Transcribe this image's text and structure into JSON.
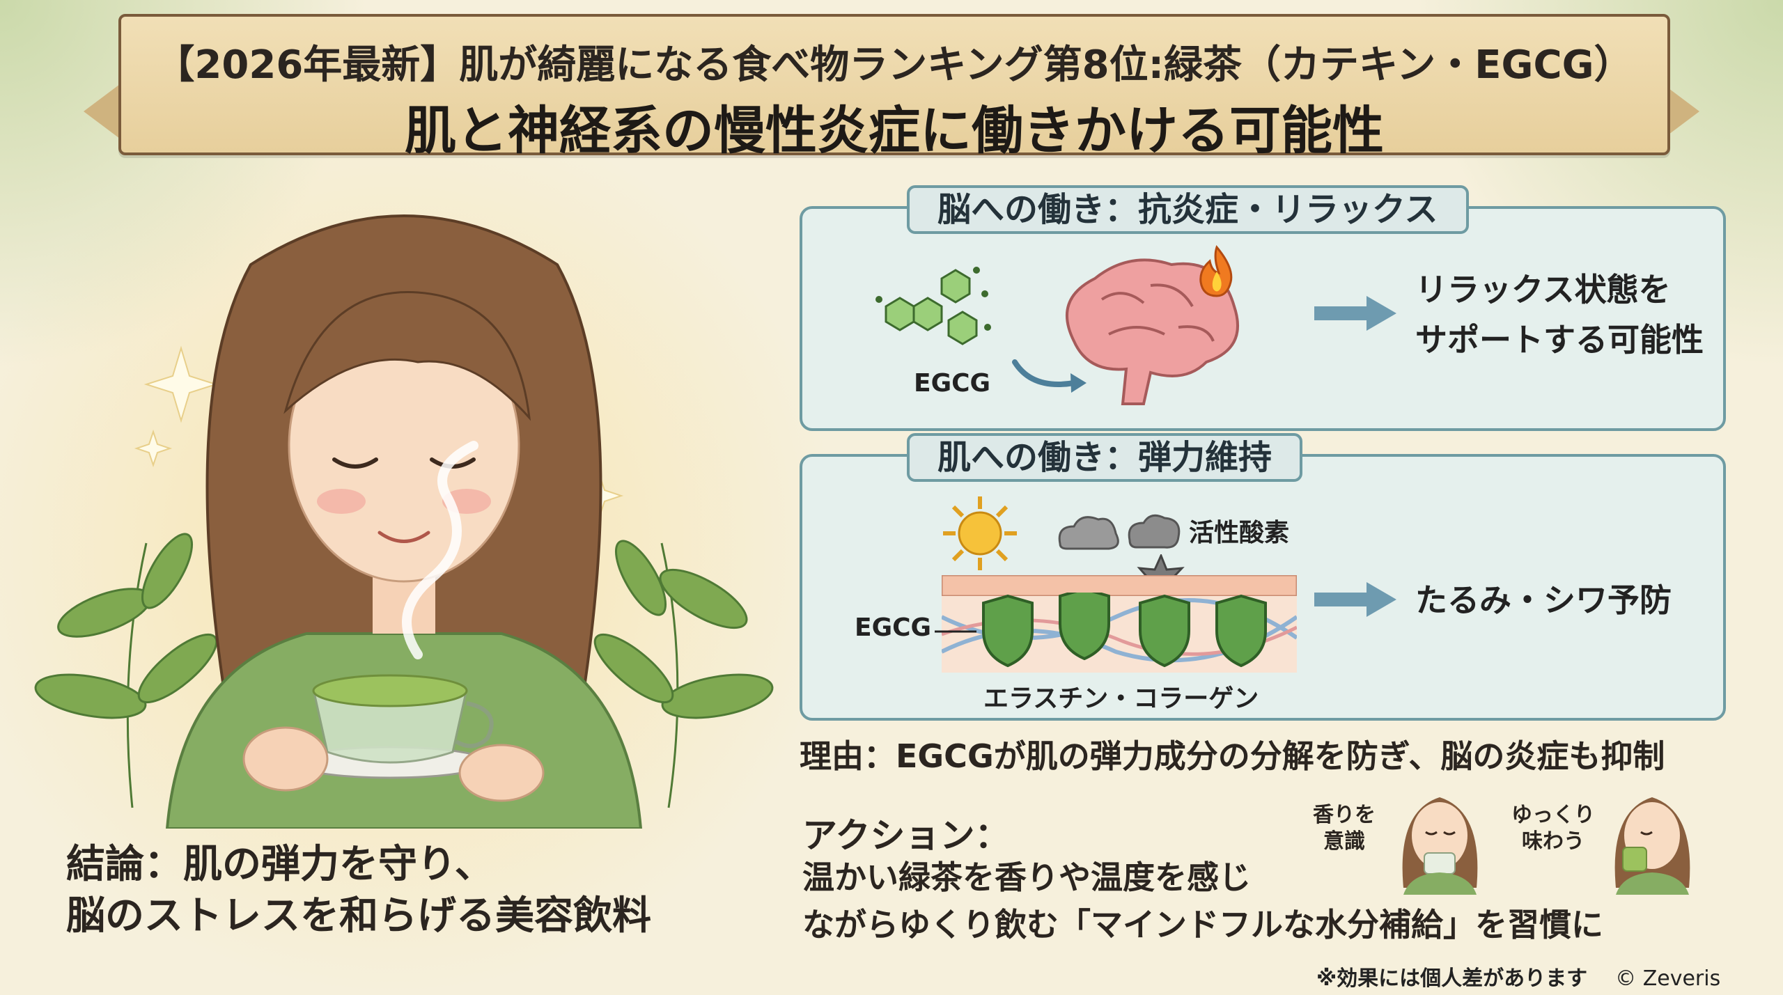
{
  "banner": {
    "line1": "【2026年最新】肌が綺麗になる食べ物ランキング第8位:緑茶（カテキン・EGCG）",
    "line2": "肌と神経系の慢性炎症に働きかける可能性"
  },
  "conclusion": {
    "line1": "結論：肌の弾力を守り、",
    "line2": "脳のストレスを和らげる美容飲料"
  },
  "brain_panel": {
    "title": "脳への働き：抗炎症・リラックス",
    "molecule_label": "EGCG",
    "result_line1": "リラックス状態を",
    "result_line2": "サポートする可能性"
  },
  "skin_panel": {
    "title": "肌への働き：弾力維持",
    "ros_label": "活性酸素",
    "egcg_label": "EGCG",
    "fiber_label": "エラスチン・コラーゲン",
    "result": "たるみ・シワ予防"
  },
  "reason": "理由：EGCGが肌の弾力成分の分解を防ぎ、脳の炎症も抑制",
  "action": {
    "title": "アクション：",
    "line1": "温かい緑茶を香りや温度を感じ",
    "line2": "ながらゆくり飲む「マインドフルな水分補給」を習慣に",
    "mini1_line1": "香りを",
    "mini1_line2": "意識",
    "mini2_line1": "ゆっくり",
    "mini2_line2": "味わう"
  },
  "footnote": {
    "disclaimer": "※効果には個人差があります",
    "credit": "© Zeveris"
  },
  "colors": {
    "background": "#f6f0dc",
    "banner": "#ecd7a8",
    "panel_fill": "#e5f0ed",
    "panel_border": "#6e9ba2",
    "tea_green": "#9cc25e",
    "sweater": "#86ad63"
  }
}
